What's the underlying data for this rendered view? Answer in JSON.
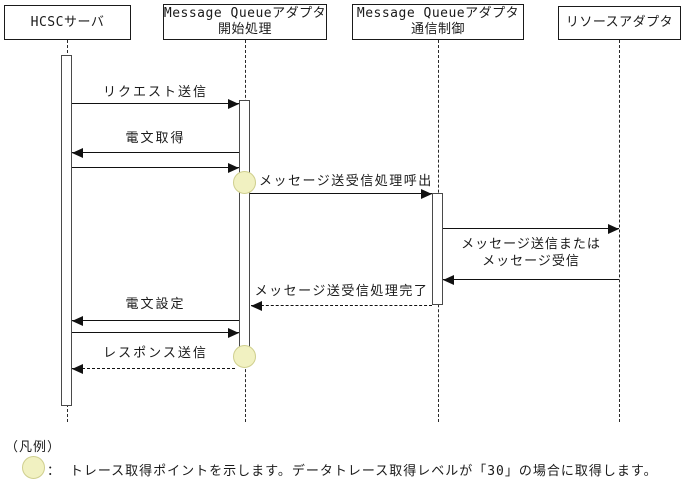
{
  "actors": [
    {
      "line1": "HCSCサーバ"
    },
    {
      "line1": "Message Queueアダプタ",
      "line2": "開始処理"
    },
    {
      "line1": "Message Queueアダプタ",
      "line2": "通信制御"
    },
    {
      "line1": "リソースアダプタ"
    }
  ],
  "messages": {
    "request_send": "リクエスト送信",
    "telegram_get": "電文取得",
    "msg_proc_call": "メッセージ送受信処理呼出",
    "msg_send_or_recv_line1": "メッセージ送信または",
    "msg_send_or_recv_line2": "メッセージ受信",
    "msg_proc_complete": "メッセージ送受信処理完了",
    "telegram_set": "電文設定",
    "response_send": "レスポンス送信"
  },
  "legend": {
    "title": "（凡例）",
    "trace_point_label": "： トレース取得ポイントを示します。データトレース取得レベルが「30」の場合に取得します。"
  },
  "colors": {
    "trace_point_fill": "#f1f1c1",
    "trace_point_border": "#cfcf8e",
    "line": "#1a1a1a"
  }
}
